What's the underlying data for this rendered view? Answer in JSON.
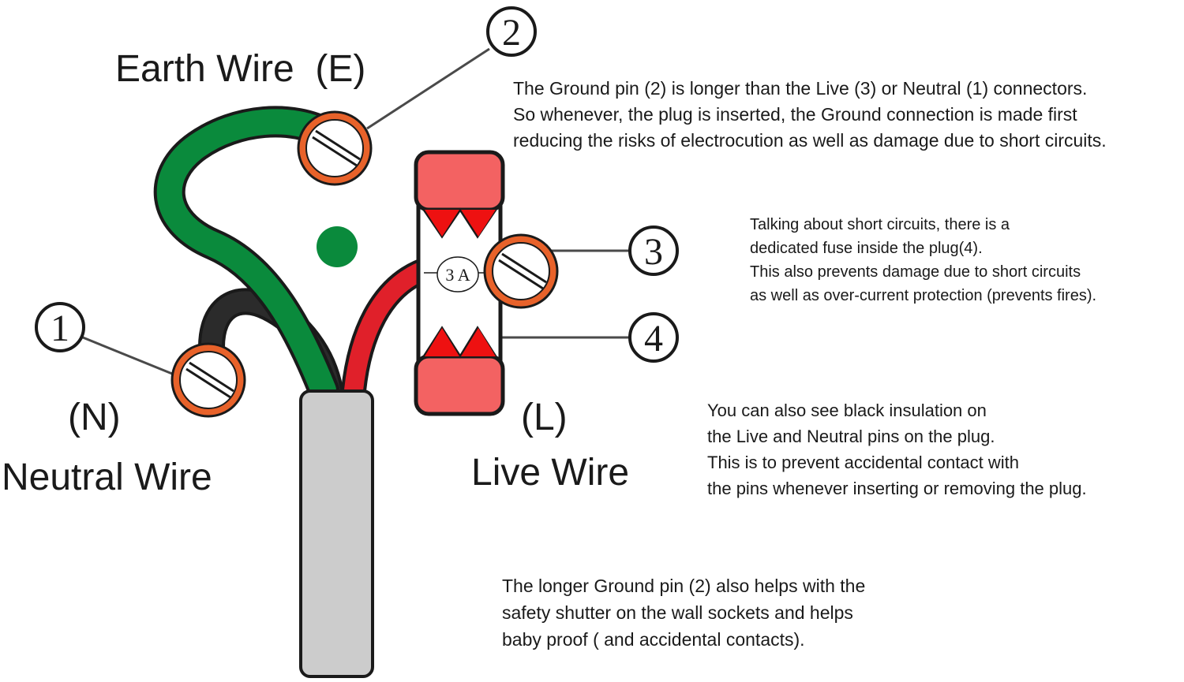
{
  "labels": {
    "earth": "Earth Wire  (E)",
    "neutral_code": "(N)",
    "neutral": "Neutral Wire",
    "live_code": "(L)",
    "live": "Live Wire"
  },
  "callouts": [
    "1",
    "2",
    "3",
    "4"
  ],
  "fuse_rating": "3 A",
  "notes": {
    "ground": [
      "The Ground pin (2) is longer than the Live (3) or Neutral (1) connectors.",
      "So whenever, the plug is inserted, the Ground connection is made first",
      "reducing the risks of electrocution as well as damage due to short circuits."
    ],
    "fuse": [
      "Talking about short circuits, there is a",
      "dedicated fuse inside the plug(4).",
      "This also prevents damage due to short circuits",
      "as well as over-current protection (prevents fires)."
    ],
    "insulation": [
      "You can also see black insulation on",
      "the Live and Neutral pins on the plug.",
      "This is to prevent accidental contact with",
      "the pins whenever inserting or removing the plug."
    ],
    "shutter": [
      "The longer Ground pin (2) also helps with the",
      "safety shutter on the wall sockets and helps",
      "baby proof ( and accidental contacts)."
    ]
  },
  "colors": {
    "earth_wire": "#0a8a3c",
    "neutral_wire": "#2b2b2b",
    "live_wire": "#e0202a",
    "terminal_ring": "#e8622a",
    "fuse_cap": "#f36262",
    "fuse_triangle": "#ee1111",
    "cable_sheath": "#cccccc",
    "earth_dot": "#0a8a3c"
  }
}
